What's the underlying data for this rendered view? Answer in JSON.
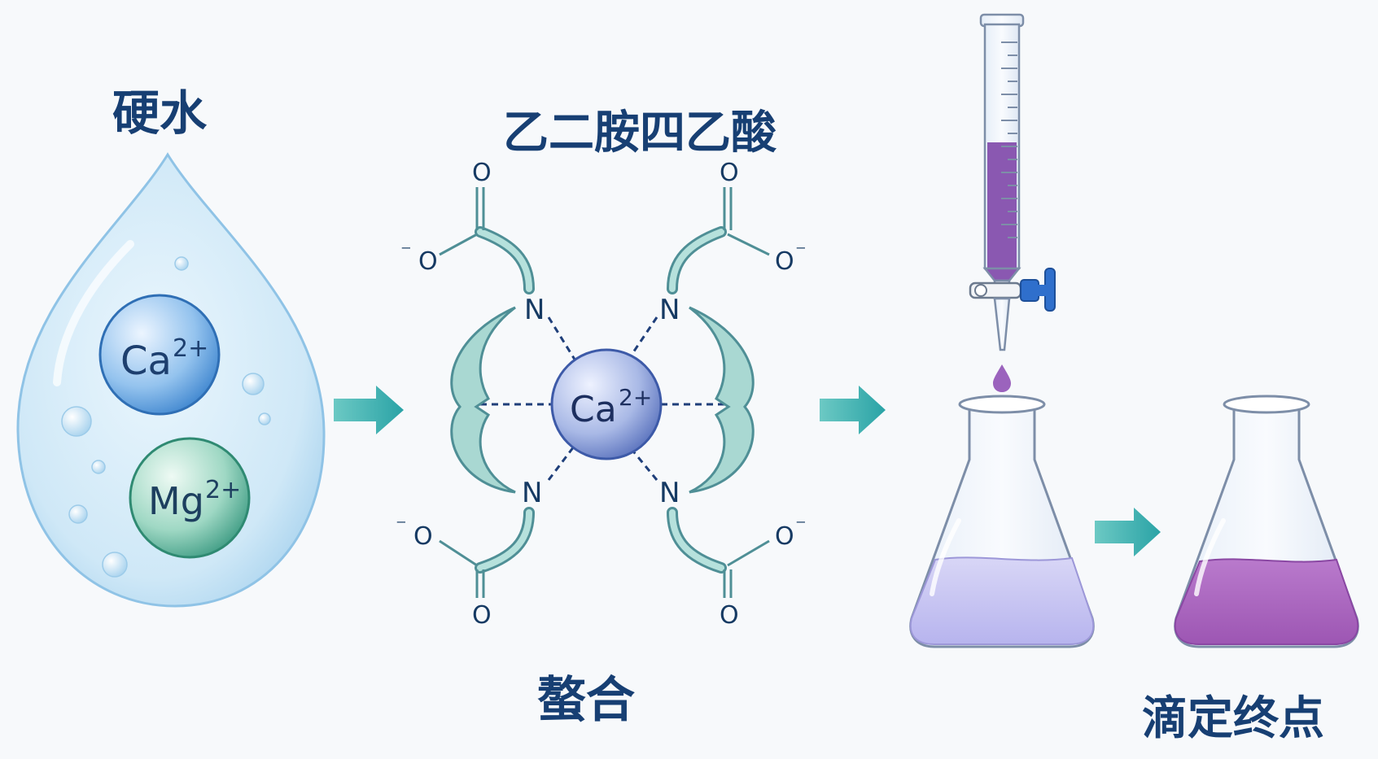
{
  "labels": {
    "hard_water": "硬水",
    "edta": "乙二胺四乙酸",
    "chelation": "螯合",
    "endpoint": "滴定终点"
  },
  "ions": {
    "calcium": "Ca",
    "calcium_charge": "2+",
    "magnesium": "Mg",
    "magnesium_charge": "2+"
  },
  "molecule": {
    "nitrogen": "N",
    "oxygen": "O",
    "negative": "⁻"
  },
  "colors": {
    "title": "#173f73",
    "arrow": "#3bb3b0",
    "ligand": "#9fd1cc",
    "ligand_stroke": "#4f8f96",
    "ca_ball": "#7d98d1",
    "mg_ball": "#7fcab2",
    "titrant_purple": "#8a58b1",
    "solution_light": "#c8c4f1",
    "solution_endpoint": "#a35bb8",
    "stopcock_blue": "#2f6fcc"
  }
}
